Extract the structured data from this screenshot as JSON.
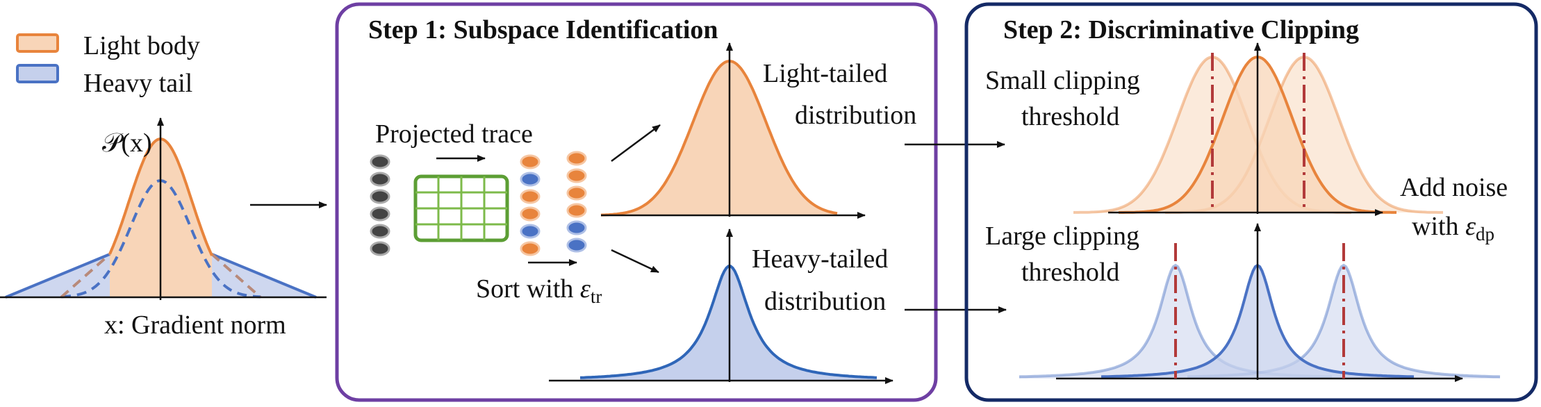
{
  "colors": {
    "light": "#E8843C",
    "light_fill": "#F8D5B8",
    "heavy": "#4A72C4",
    "heavy_fill": "#C5D0EC",
    "step1_border": "#6E3FA3",
    "step2_border": "#142A66",
    "threshold": "#B23A3A",
    "grid": "#7DBA4A",
    "dot_gray": "#444444"
  },
  "legend": {
    "light": "Light body",
    "heavy": "Heavy tail"
  },
  "left_plot": {
    "ylabel": "𝒫(x)",
    "xlabel": "x: Gradient norm"
  },
  "step1": {
    "title": "Step 1: Subspace Identification",
    "projected_trace": "Projected trace",
    "sort_prefix": "Sort with ",
    "sort_sym": "ε",
    "sort_sub": "tr",
    "light_label_1": "Light-tailed",
    "light_label_2": "distribution",
    "heavy_label_1": "Heavy-tailed",
    "heavy_label_2": "distribution"
  },
  "step2": {
    "title": "Step 2: Discriminative Clipping",
    "small_1": "Small clipping",
    "small_2": "threshold",
    "large_1": "Large clipping",
    "large_2": "threshold",
    "noise_1": "Add noise",
    "noise_prefix": "with ",
    "noise_sym": "ε",
    "noise_sub": "dp"
  }
}
